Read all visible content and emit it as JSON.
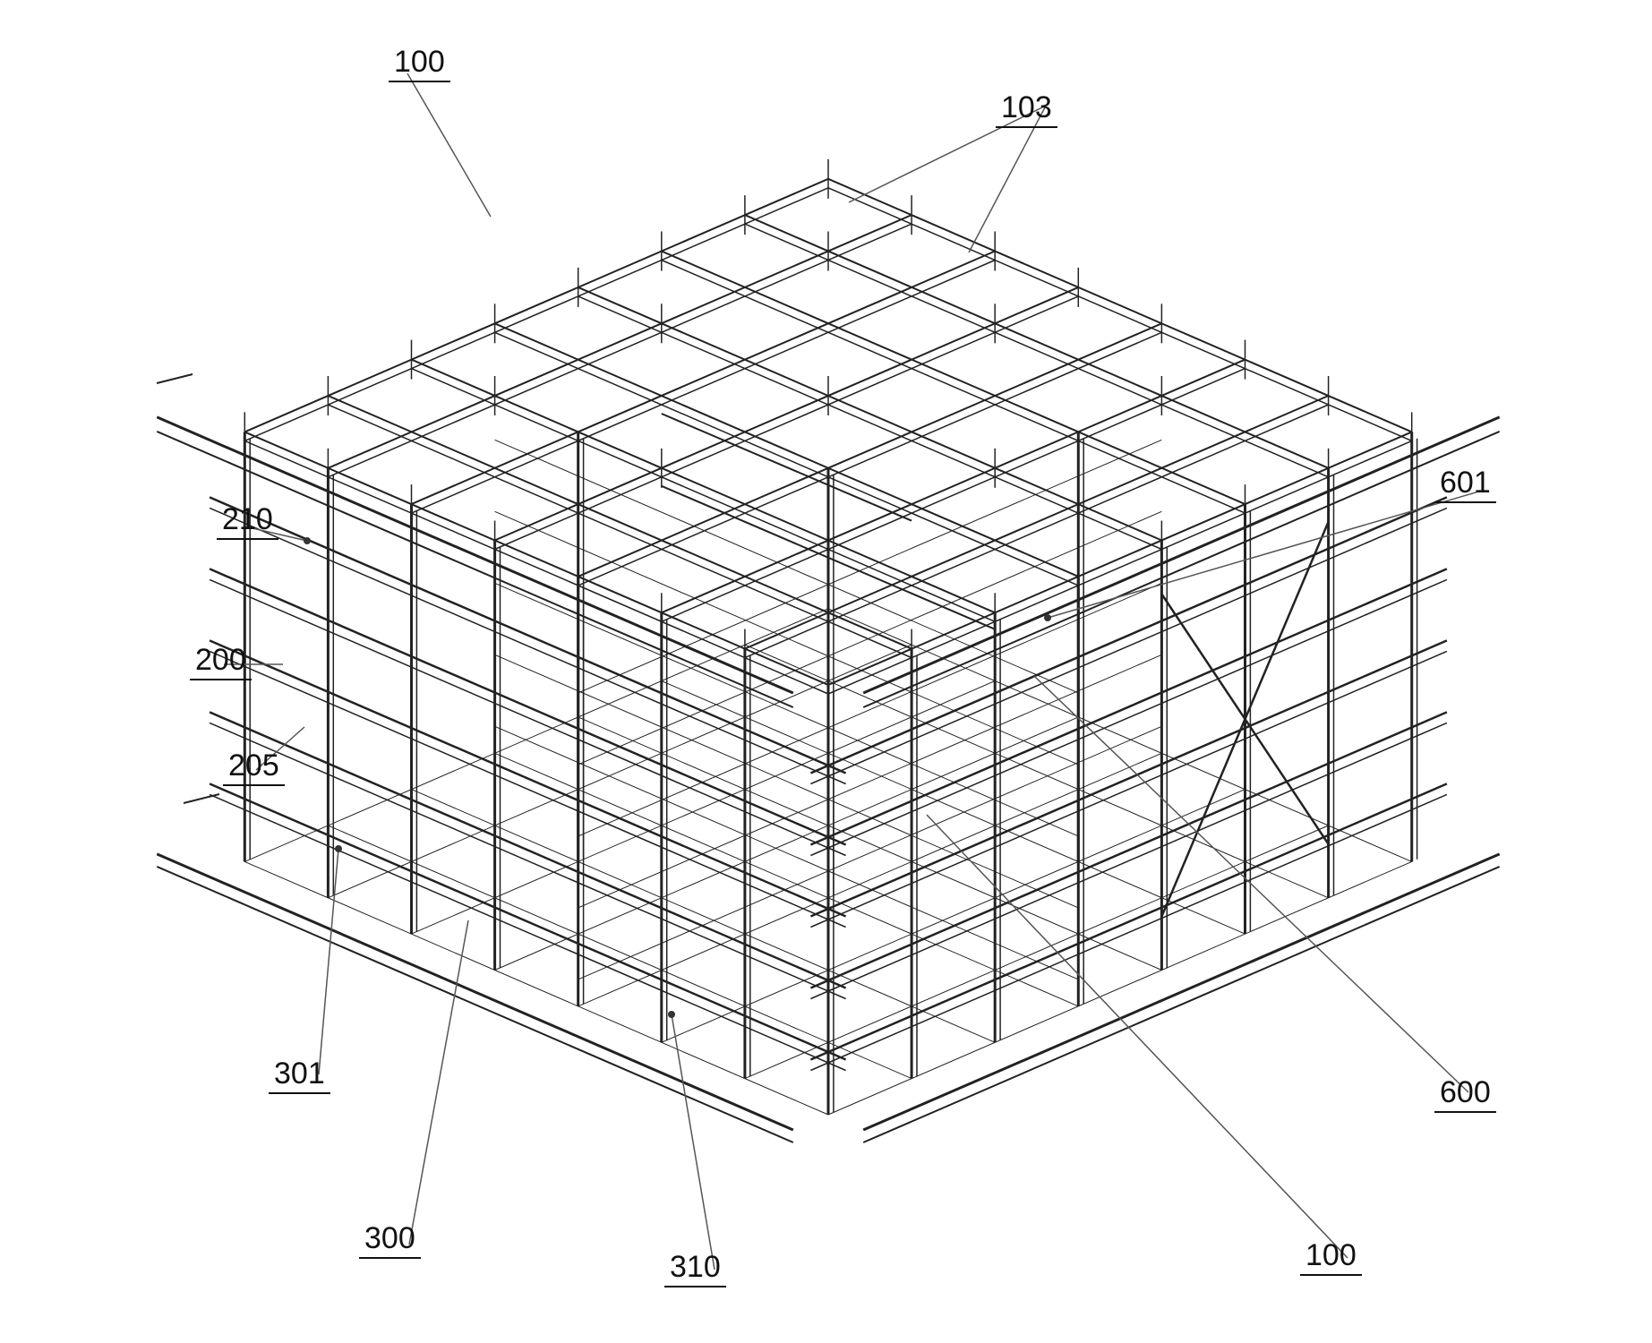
{
  "labels": [
    {
      "id": "ref-100-top",
      "text": "100"
    },
    {
      "id": "ref-103",
      "text": "103"
    },
    {
      "id": "ref-601",
      "text": "601"
    },
    {
      "id": "ref-210",
      "text": "210"
    },
    {
      "id": "ref-200",
      "text": "200"
    },
    {
      "id": "ref-205",
      "text": "205"
    },
    {
      "id": "ref-600",
      "text": "600"
    },
    {
      "id": "ref-301",
      "text": "301"
    },
    {
      "id": "ref-300",
      "text": "300"
    },
    {
      "id": "ref-310",
      "text": "310"
    },
    {
      "id": "ref-100-bottom",
      "text": "100"
    }
  ],
  "colors": {
    "ink": "#111111",
    "structure": "#222222",
    "leader": "#555555",
    "background": "#ffffff"
  }
}
